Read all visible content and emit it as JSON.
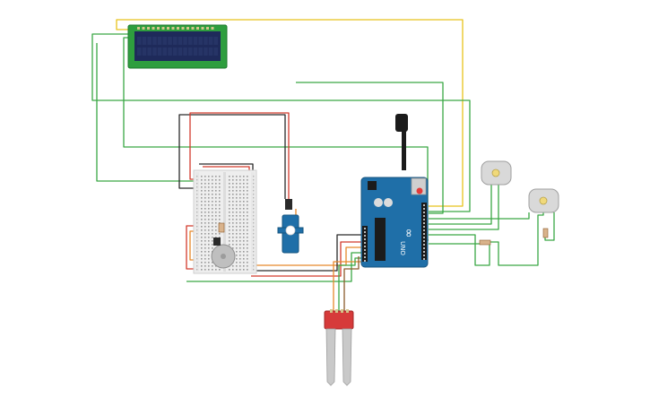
{
  "canvas": {
    "background": "#ffffff"
  },
  "components": {
    "lcd": {
      "name": "lcd-16x2",
      "board_color": "#2e9e3e",
      "screen_color": "#1e2a5a"
    },
    "breadboard": {
      "name": "breadboard-half"
    },
    "arduino": {
      "name": "arduino-uno",
      "board_color": "#1f6fa8",
      "logo": "∞",
      "label": "UNO"
    },
    "servo": {
      "name": "micro-servo",
      "body_color": "#1f6fa8"
    },
    "soil_sensor": {
      "name": "soil-moisture-sensor",
      "board_color": "#d63a3a",
      "probe_color": "#c9c9c9"
    },
    "motors": [
      {
        "name": "dc-motor-1",
        "color": "#d9d9d9"
      },
      {
        "name": "dc-motor-2",
        "color": "#d9d9d9"
      }
    ],
    "resistors": [
      {
        "name": "resistor-1"
      },
      {
        "name": "resistor-2"
      }
    ],
    "piezo": {
      "name": "piezo-buzzer",
      "color": "#bfbfbf"
    }
  },
  "wire_colors": {
    "green": "#3aa845",
    "yellow": "#e8c21c",
    "red": "#d23a2c",
    "black": "#2a2a2a",
    "orange": "#e6892b",
    "brown": "#8a5a2b"
  }
}
